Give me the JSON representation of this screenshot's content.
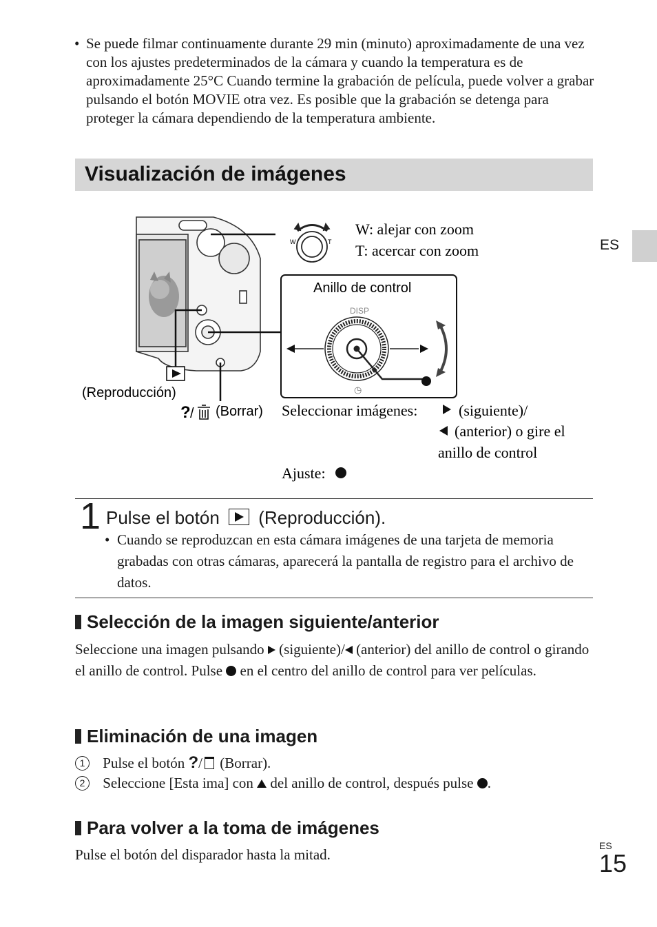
{
  "intro_bullet": {
    "bullet": "•",
    "text": "Se puede filmar continuamente durante 29 min (minuto) aproximadamente de una vez con los ajustes predeterminados de la cámara y cuando la temperatura es de aproximadamente 25°C Cuando termine la grabación de película, puede volver a grabar pulsando el botón MOVIE otra vez. Es posible que la grabación se detenga para proteger la cámara dependiendo de la temperatura ambiente."
  },
  "section_title": "Visualización de imágenes",
  "side_tab_label": "ES",
  "diagram": {
    "zoom_w": "W: alejar con zoom",
    "zoom_t": "T: acercar con zoom",
    "lever_w": "W",
    "lever_t": "T",
    "ring_label": "Anillo de control",
    "disp": "DISP",
    "playback_label": "(Reproducción)",
    "delete_label": "(Borrar)",
    "select_label": "Seleccionar imágenes:",
    "select_next": "(siguiente)/",
    "select_prev": "(anterior) o gire el",
    "select_ring": "anillo de control",
    "adjust_label": "Ajuste:"
  },
  "step1": {
    "number": "1",
    "title_before": "Pulse el botón",
    "title_after": "(Reproducción).",
    "bullet": "•",
    "note": "Cuando se reproduzcan en esta cámara imágenes de una tarjeta de memoria grabadas con otras cámaras, aparecerá la pantalla de registro para el archivo de datos."
  },
  "sub1": {
    "title": "Selección de la imagen siguiente/anterior",
    "t1": "Seleccione una imagen pulsando",
    "t2": "(siguiente)/",
    "t3": "(anterior) del anillo de control o girando el anillo de control. Pulse",
    "t4": "en el centro del anillo de control para ver películas."
  },
  "sub2": {
    "title": "Eliminación de una imagen",
    "n1": "1",
    "item1_before": "Pulse el botón",
    "item1_after": "(Borrar).",
    "n2": "2",
    "item2_before": "Seleccione [Esta ima] con",
    "item2_mid": "del anillo de control, después pulse",
    "item2_after": "."
  },
  "sub3": {
    "title": "Para volver a la toma de imágenes",
    "text": "Pulse el botón del disparador hasta la mitad."
  },
  "footer": {
    "lang": "ES",
    "page": "15"
  }
}
